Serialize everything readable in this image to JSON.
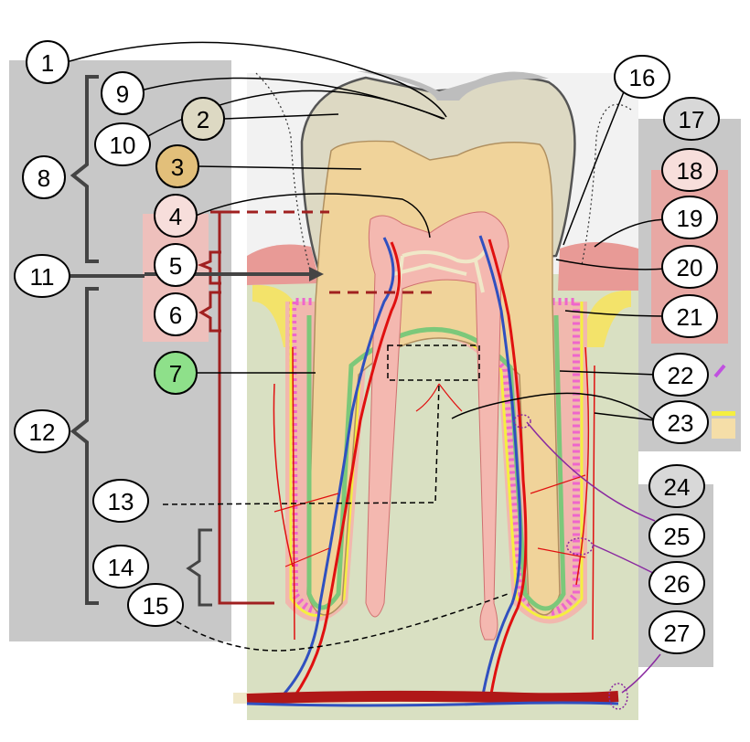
{
  "labels": [
    "1",
    "2",
    "3",
    "4",
    "5",
    "6",
    "7",
    "8",
    "9",
    "10",
    "11",
    "12",
    "13",
    "14",
    "15",
    "16",
    "17",
    "18",
    "19",
    "20",
    "21",
    "22",
    "23",
    "24",
    "25",
    "26",
    "27"
  ],
  "colors": {
    "panel": "#c8c8c8",
    "gum": "#e89a96",
    "bone": "#d9e0c2",
    "enamel": "#ddd9c3",
    "dentin": "#f0d39a",
    "pulp": "#f4b8b0",
    "cementum": "#7cc87a",
    "artery": "#e01010",
    "vein": "#3050c0",
    "nerve": "#f0e8c8",
    "ligament": "#ee66cc",
    "bracket": "#a02020",
    "label_fill": "#ffffff",
    "fill_2": "#ddd9c3",
    "fill_3": "#e2bf7a",
    "fill_4": "#f7dedb",
    "fill_7": "#8ee08a",
    "fill_18": "#f7dedb",
    "fill_gray": "#d8d8d8"
  }
}
